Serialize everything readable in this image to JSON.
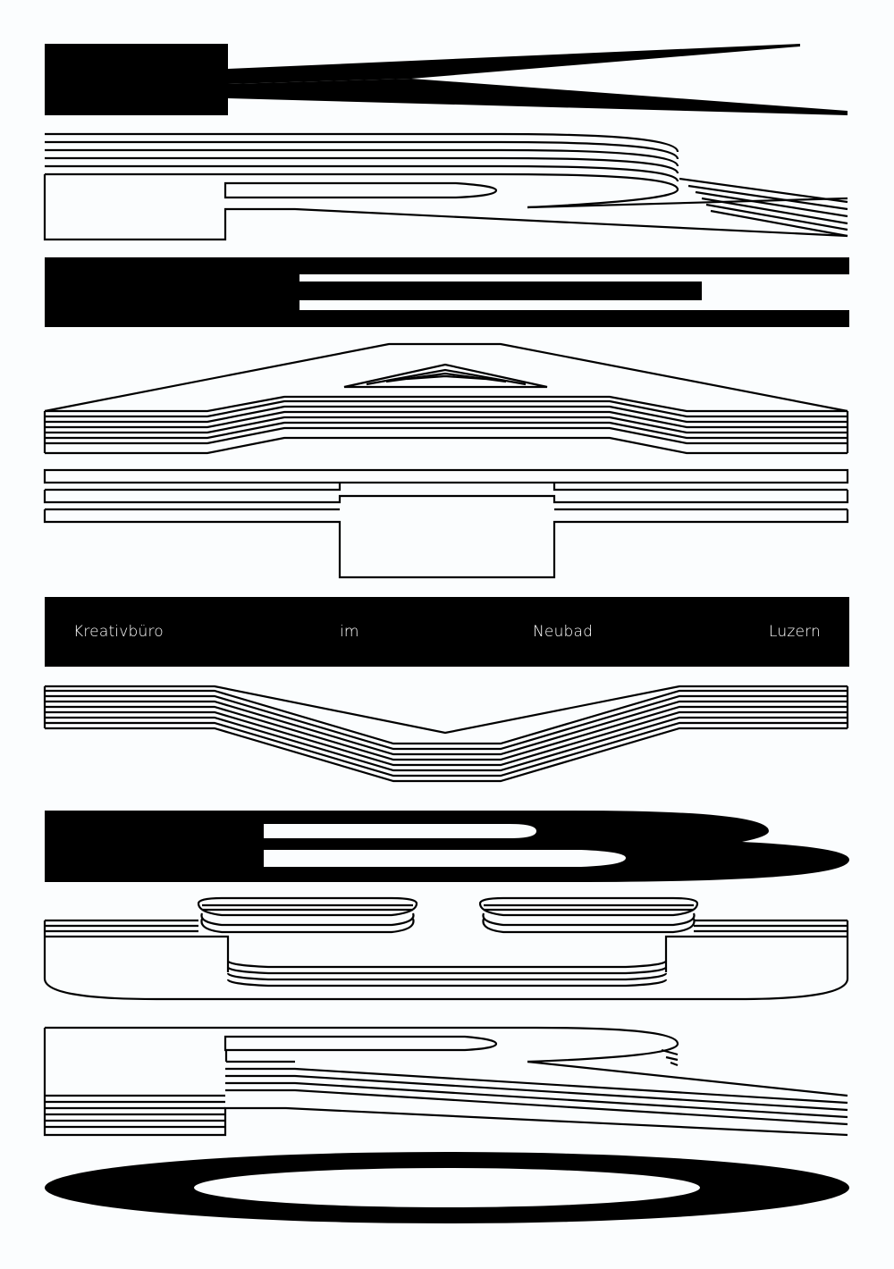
{
  "poster": {
    "background": "#fbfdfe",
    "ink": "#000000",
    "headline_letters": [
      "K",
      "R",
      "E",
      "A",
      "T",
      "V",
      "B",
      "Ü",
      "R",
      "O"
    ]
  },
  "tagline": {
    "words": [
      "Kreativbüro",
      "im",
      "Neubad",
      "Luzern"
    ]
  }
}
